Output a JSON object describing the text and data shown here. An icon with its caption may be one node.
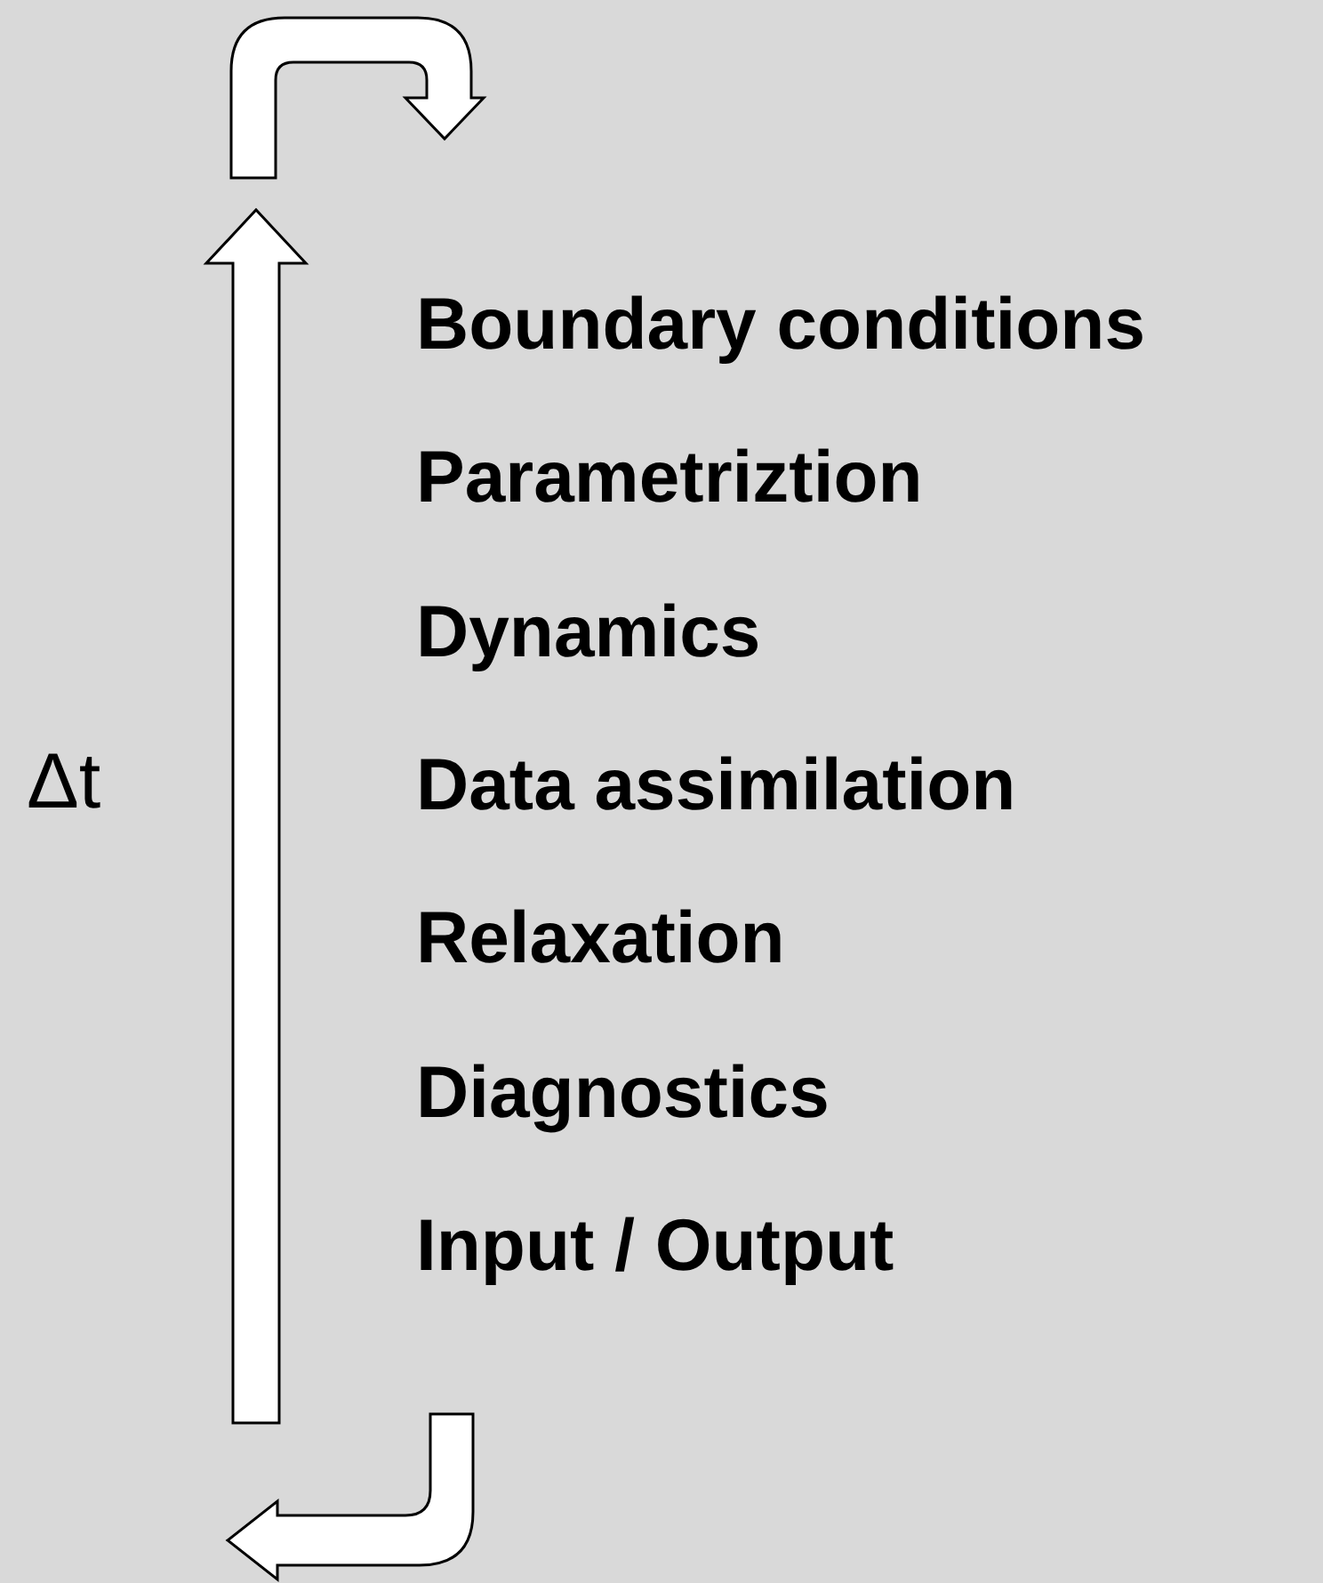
{
  "diagram": {
    "labels": [
      "Δt",
      "Boundary conditions",
      "Parametriztion",
      "Dynamics",
      "Data assimilation",
      "Relaxation",
      "Diagnostics",
      "Input / Output"
    ]
  }
}
